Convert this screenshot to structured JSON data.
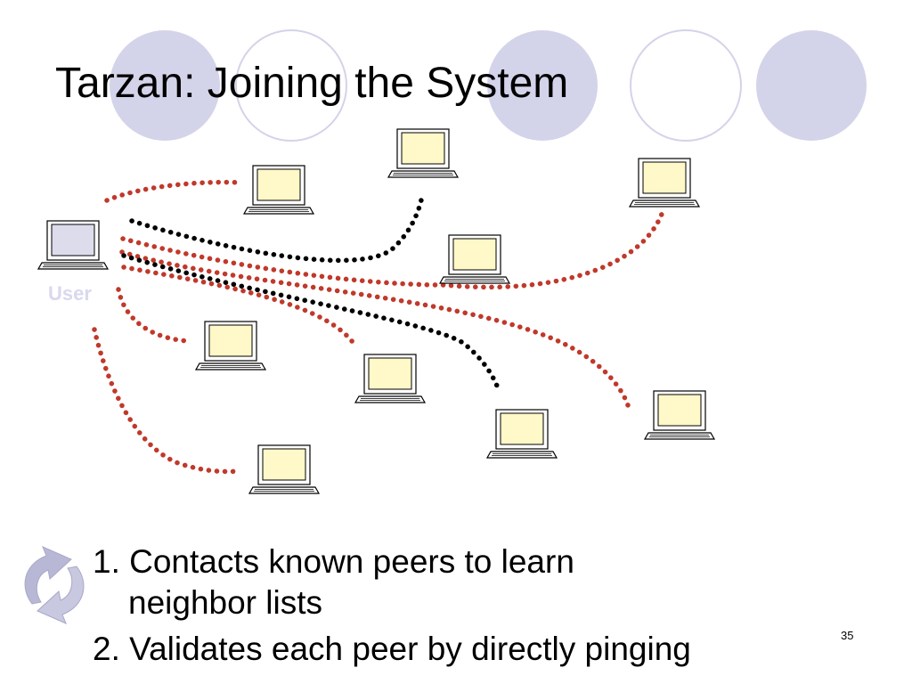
{
  "slide": {
    "title": "Tarzan: Joining the System",
    "page_number": "35"
  },
  "diagram": {
    "user_label": "User",
    "colors": {
      "decor_circle_fill": "#d3d3ea",
      "decor_circle_outline": "#d3d3ea",
      "link_red": "#c0392b",
      "link_black": "#000000",
      "screen_fill": "#fff8c8",
      "user_screen_fill": "#dcdcec"
    }
  },
  "bullets": [
    {
      "text_line1": "1. Contacts known peers to learn",
      "text_line2": "neighbor lists"
    },
    {
      "text_line1": "2. Validates each peer by directly pinging"
    }
  ],
  "decor_icon": "refresh-cycle-icon"
}
